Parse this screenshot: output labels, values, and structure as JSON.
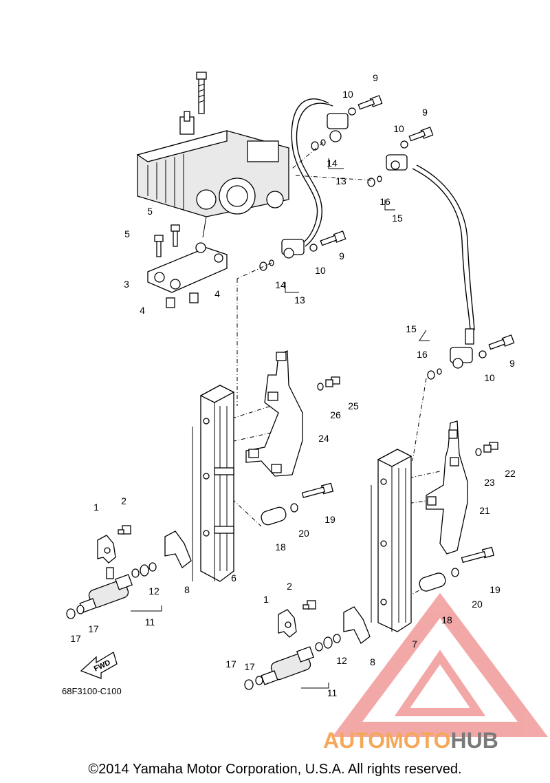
{
  "drawing_code": "68F3100-C100",
  "fwd_label": "FWD",
  "copyright": "©2014 Yamaha Motor Corporation, U.S.A. All rights reserved.",
  "watermark": {
    "part1": "AUTOMOTO",
    "part2": "HUB",
    "color_part1": "#f5a85a",
    "color_part2": "#7a7a7a",
    "triangle_color": "#f08c8c"
  },
  "callouts": [
    {
      "label": "9"
    },
    {
      "label": "10"
    },
    {
      "label": "9"
    },
    {
      "label": "10"
    },
    {
      "label": "14"
    },
    {
      "label": "13"
    },
    {
      "label": "16"
    },
    {
      "label": "15"
    },
    {
      "label": "5"
    },
    {
      "label": "5"
    },
    {
      "label": "3"
    },
    {
      "label": "4"
    },
    {
      "label": "4"
    },
    {
      "label": "9"
    },
    {
      "label": "10"
    },
    {
      "label": "14"
    },
    {
      "label": "13"
    },
    {
      "label": "15"
    },
    {
      "label": "16"
    },
    {
      "label": "10"
    },
    {
      "label": "9"
    },
    {
      "label": "25"
    },
    {
      "label": "26"
    },
    {
      "label": "24"
    },
    {
      "label": "22"
    },
    {
      "label": "23"
    },
    {
      "label": "21"
    },
    {
      "label": "2"
    },
    {
      "label": "1"
    },
    {
      "label": "19"
    },
    {
      "label": "20"
    },
    {
      "label": "18"
    },
    {
      "label": "8"
    },
    {
      "label": "6"
    },
    {
      "label": "12"
    },
    {
      "label": "11"
    },
    {
      "label": "17"
    },
    {
      "label": "17"
    },
    {
      "label": "19"
    },
    {
      "label": "20"
    },
    {
      "label": "18"
    },
    {
      "label": "7"
    },
    {
      "label": "2"
    },
    {
      "label": "1"
    },
    {
      "label": "8"
    },
    {
      "label": "12"
    },
    {
      "label": "11"
    },
    {
      "label": "17"
    },
    {
      "label": "17"
    }
  ]
}
